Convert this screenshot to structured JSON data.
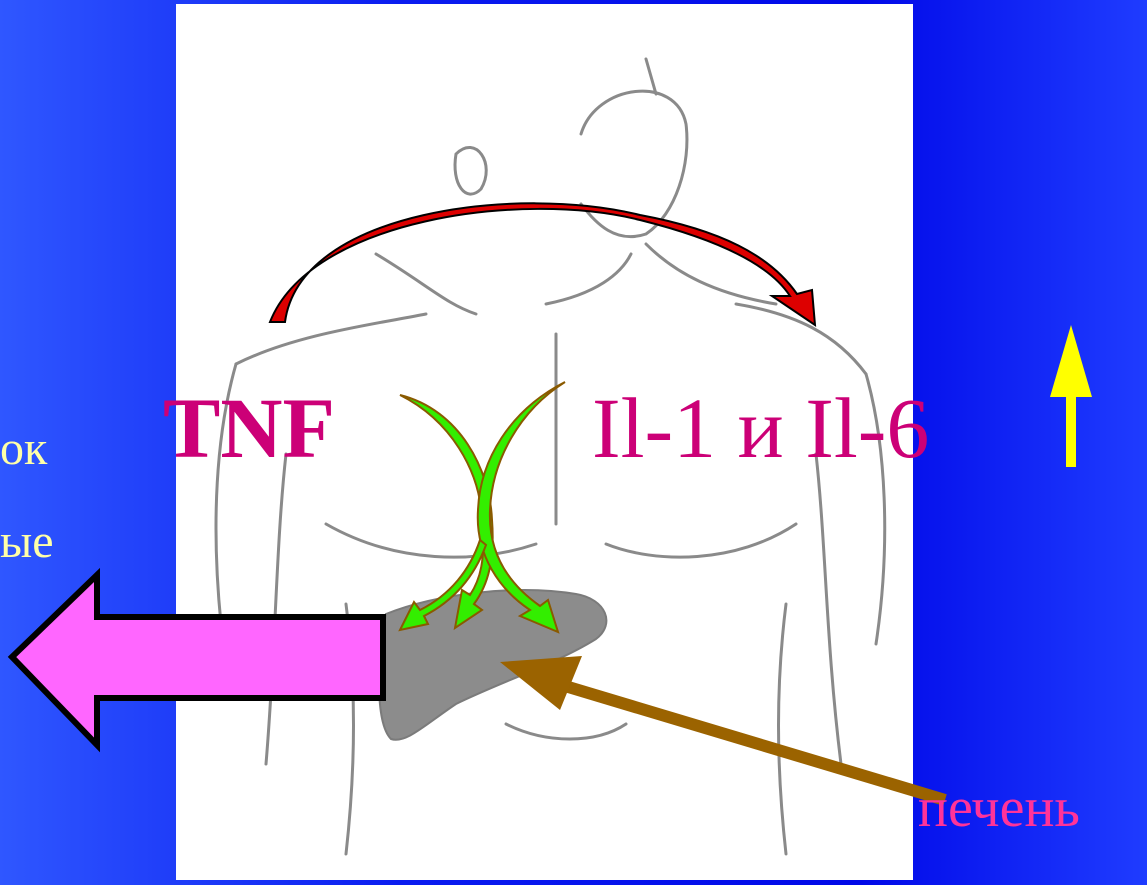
{
  "labels": {
    "tnf": "TNF",
    "cytokines": "Il-1 и Il-6",
    "liver": "печень",
    "left_line1": "ок",
    "left_line2": "ые"
  },
  "colors": {
    "background": "#0a1cf0",
    "cytokine_text": "#cc0077",
    "liver_text": "#ff3399",
    "left_text": "#ffffa8",
    "red_arrow": "#dd0000",
    "green_arrow": "#33ee00",
    "yellow_arrow": "#ffff00",
    "brown_arrow": "#9b6300",
    "pink_arrow": "#ff66ff"
  },
  "icons": {
    "figure": "human-torso-outline-icon",
    "liver_organ": "liver-icon",
    "increase": "up-arrow-icon",
    "output": "left-block-arrow-icon"
  }
}
